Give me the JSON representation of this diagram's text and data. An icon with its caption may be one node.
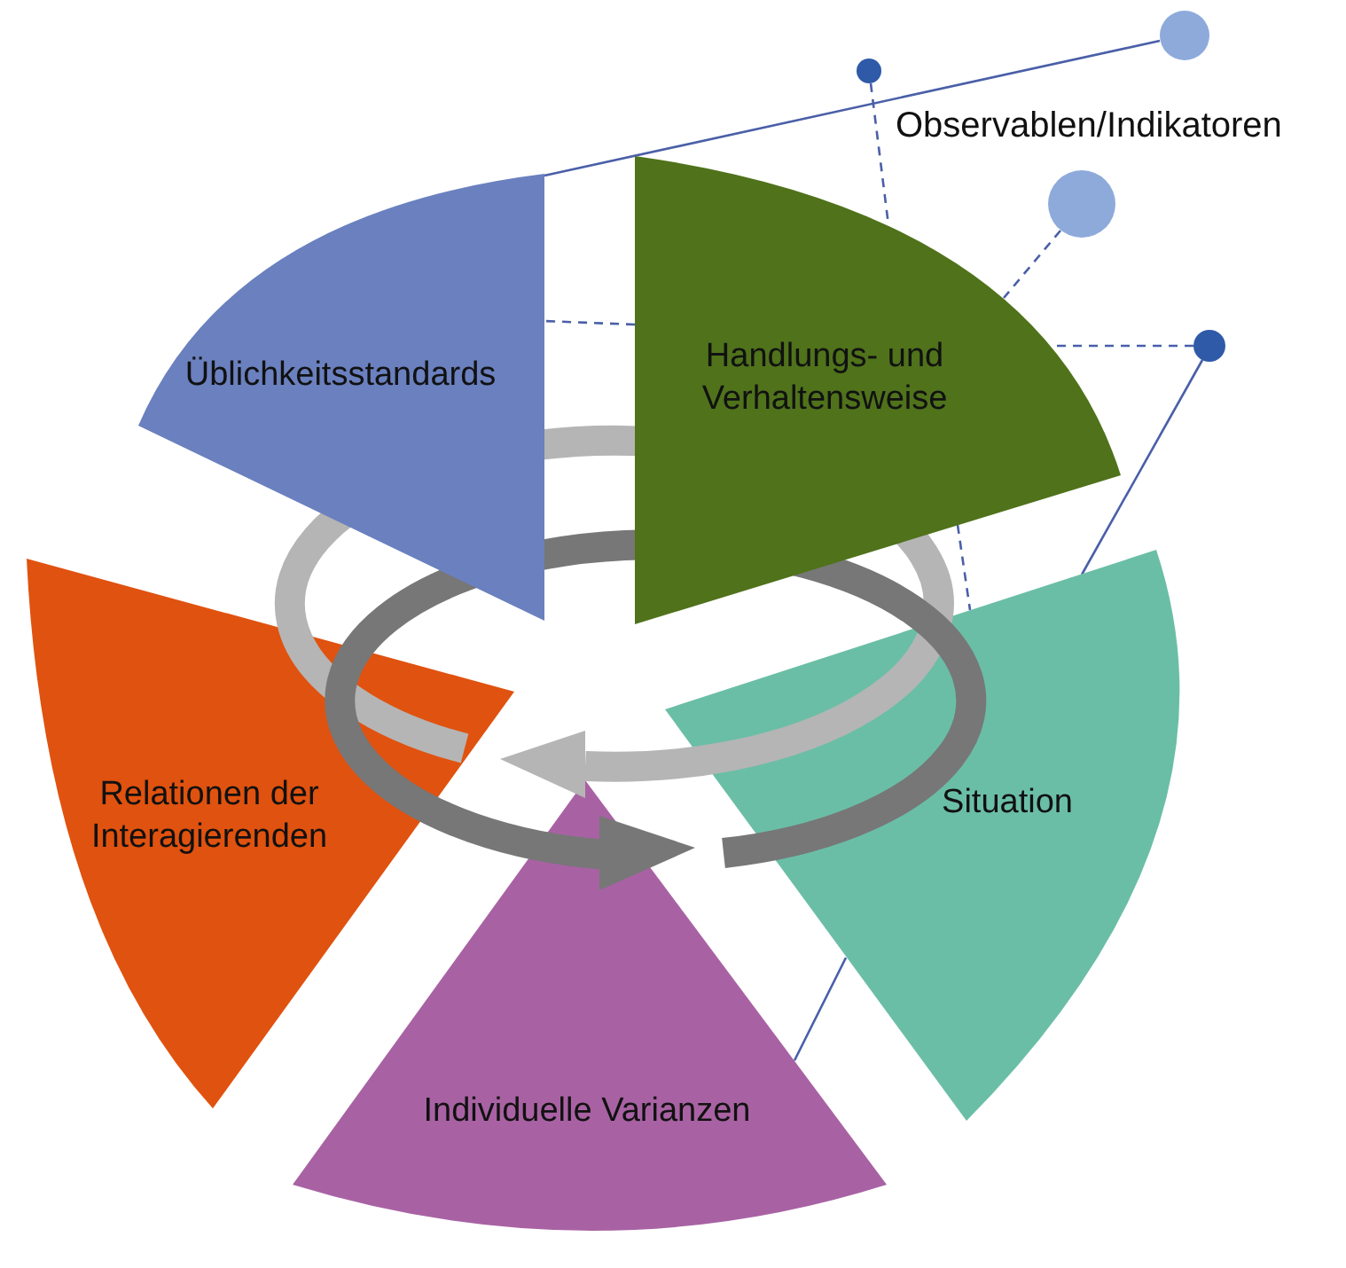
{
  "diagram": {
    "nodes": [
      {
        "text": [
          "Üblichkeitsstandards"
        ]
      },
      {
        "text": [
          "Handlungs- und Verhaltensweise"
        ]
      },
      {
        "text": [
          "Relationen der Interagierenden"
        ]
      },
      {
        "text": [
          "Situation"
        ]
      },
      {
        "text": [
          "Individuelle Varianzen"
        ]
      },
      {
        "text": [],
        "shape": "circle"
      },
      {
        "text": [],
        "shape": "circle"
      },
      {
        "text": [],
        "shape": "circle"
      },
      {
        "text": [],
        "shape": "circle"
      }
    ],
    "edges": [
      {
        "from": 5,
        "to": 0,
        "arrow": "none"
      },
      {
        "from": 6,
        "to": 1,
        "arrow": "none",
        "style": "dashed"
      },
      {
        "from": 7,
        "to": 1,
        "arrow": "none",
        "style": "dashed"
      },
      {
        "from": 8,
        "to": 1,
        "arrow": "none",
        "style": "dashed"
      },
      {
        "from": 8,
        "to": 3,
        "arrow": "none"
      },
      {
        "from": 1,
        "to": 0,
        "arrow": "none",
        "style": "dashed"
      },
      {
        "from": 1,
        "to": 3,
        "arrow": "none",
        "style": "dashed"
      },
      {
        "from": 3,
        "to": 4,
        "arrow": "none"
      }
    ],
    "labels": [
      "Observablen/Indikatoren"
    ]
  }
}
